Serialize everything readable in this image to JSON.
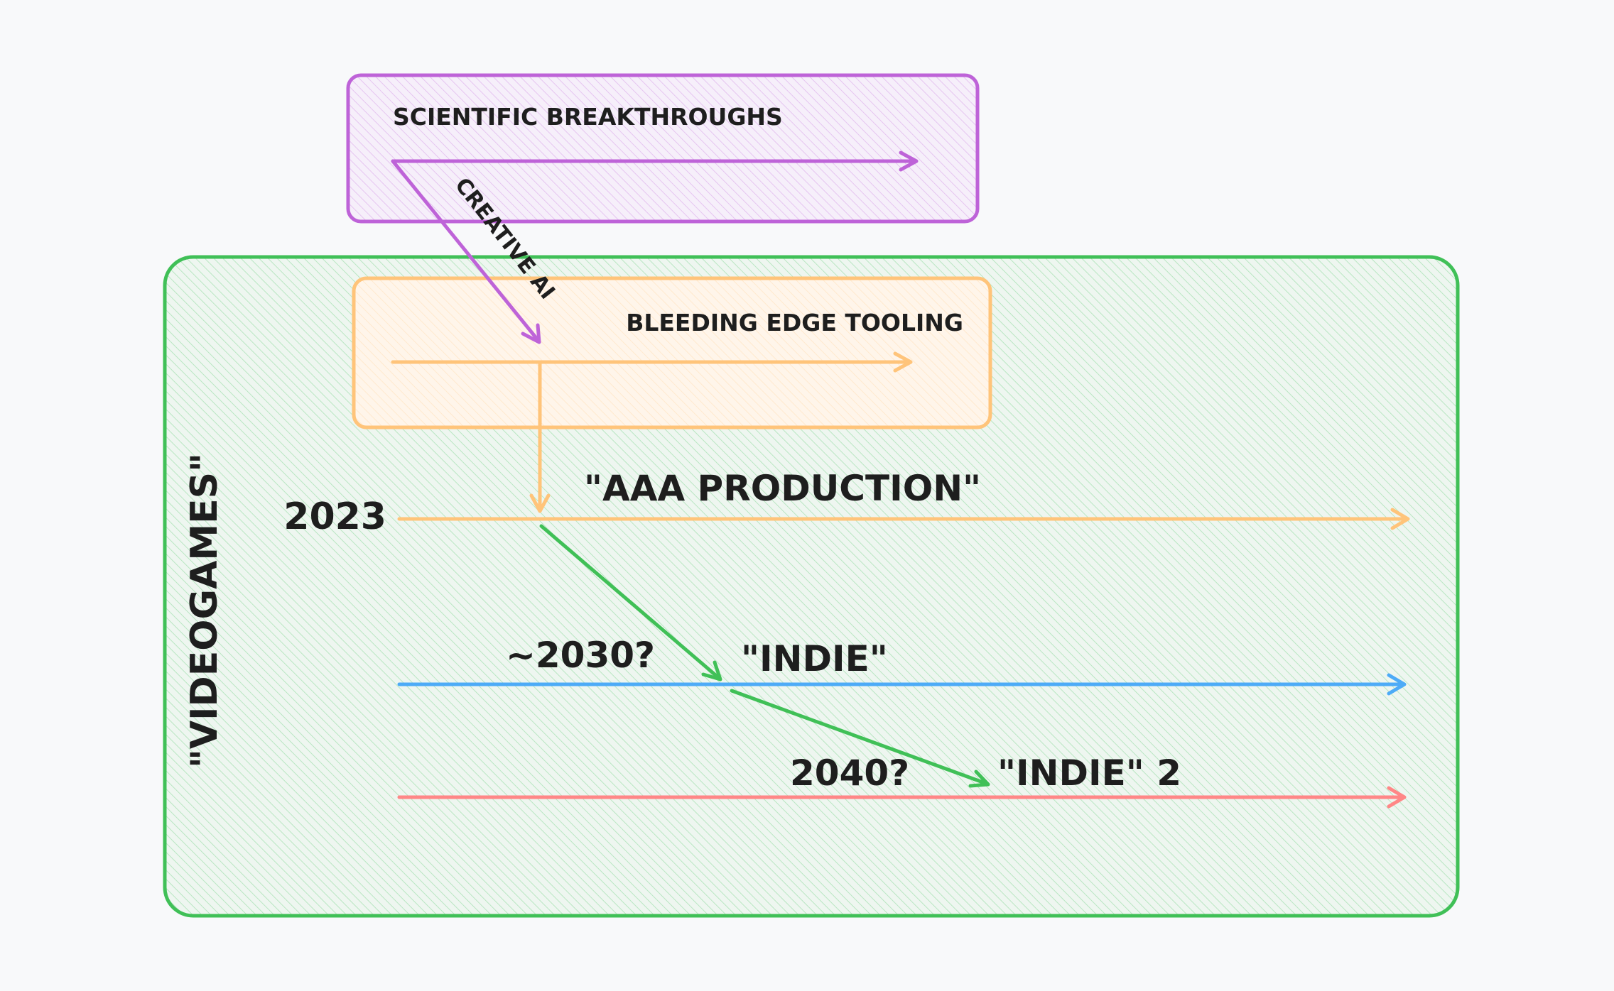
{
  "groups": {
    "videogames": {
      "label": "\"VIDEOGAMES\"",
      "color": "#40c057"
    },
    "scientific": {
      "label": "SCIENTIFIC BREAKTHROUGHS",
      "color": "#be63d8"
    },
    "tooling": {
      "label": "BLEEDING EDGE TOOLING",
      "color": "#ffc47a"
    }
  },
  "timelines": [
    {
      "id": "aaa",
      "year": "2023",
      "label": "\"AAA PRODUCTION\"",
      "color": "#ffc47a"
    },
    {
      "id": "indie",
      "year": "~2030?",
      "label": "\"INDIE\"",
      "color": "#4dabf7"
    },
    {
      "id": "indie2",
      "year": "2040?",
      "label": "\"INDIE\" 2",
      "color": "#ff8787"
    }
  ],
  "connectors": {
    "creative_ai": {
      "label": "CREATIVE AI",
      "color": "#be63d8"
    },
    "tooling_to_aaa": {
      "color": "#ffc47a"
    },
    "transitions": {
      "color": "#40c057"
    }
  }
}
